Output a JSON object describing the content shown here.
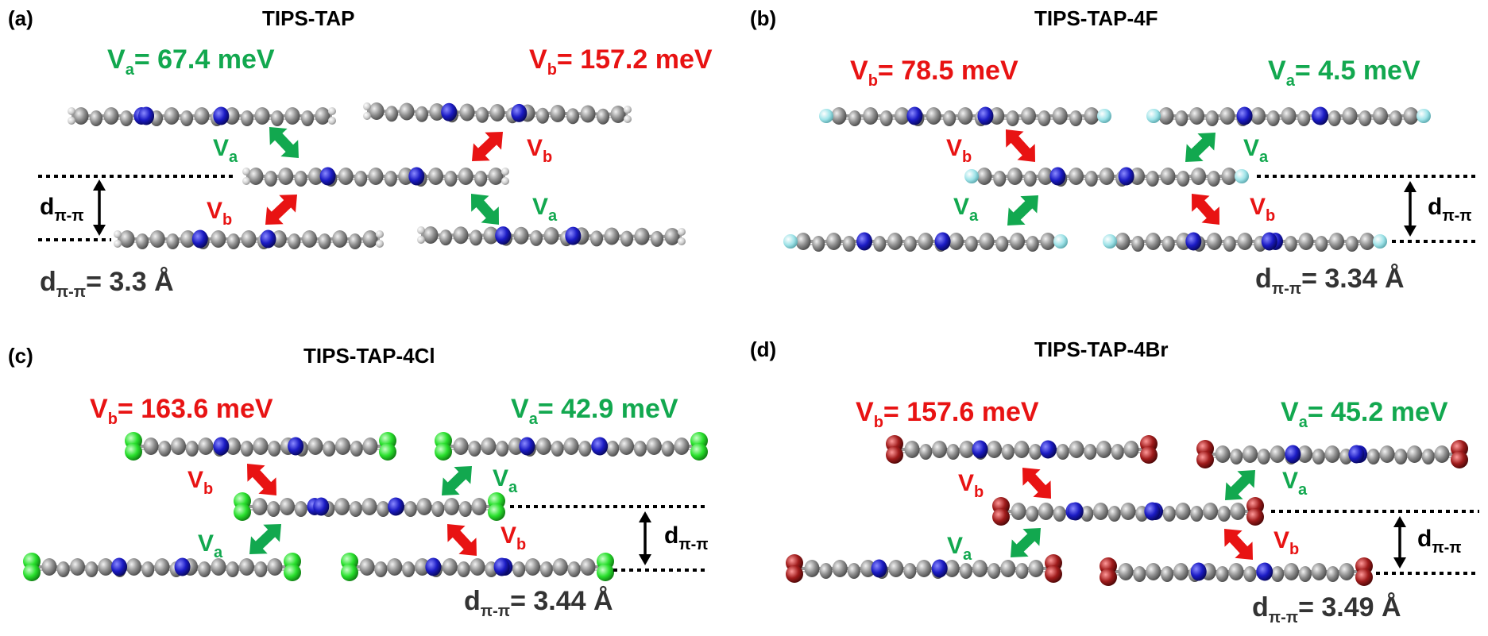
{
  "panels": [
    {
      "id": "a",
      "label": "(a)",
      "title": "TIPS-TAP",
      "va_value": "= 67.4 meV",
      "vb_value": "= 157.2 meV",
      "d_value": "= 3.3 Å",
      "end_atom": "H",
      "colors": {
        "end": "#c8c8c8"
      }
    },
    {
      "id": "b",
      "label": "(b)",
      "title": "TIPS-TAP-4F",
      "va_value": "= 4.5 meV",
      "vb_value": "= 78.5 meV",
      "d_value": "= 3.34 Å",
      "end_atom": "F",
      "colors": {
        "end": "#9ee3e8"
      }
    },
    {
      "id": "c",
      "label": "(c)",
      "title": "TIPS-TAP-4Cl",
      "va_value": "= 42.9 meV",
      "vb_value": "= 163.6 meV",
      "d_value": "= 3.44 Å",
      "end_atom": "Cl",
      "colors": {
        "end": "#29e02d"
      }
    },
    {
      "id": "d",
      "label": "(d)",
      "title": "TIPS-TAP-4Br",
      "va_value": "= 45.2 meV",
      "vb_value": "= 157.6 meV",
      "d_value": "= 3.49 Å",
      "end_atom": "Br",
      "colors": {
        "end": "#a01c1c"
      }
    }
  ],
  "symbols": {
    "V": "V",
    "a": "a",
    "b": "b",
    "d": "d",
    "pipi": "π-π"
  },
  "colors": {
    "va": "#12a84f",
    "vb": "#e81313",
    "carbon": "#8a8a8a",
    "nitrogen": "#1b1bc4",
    "text": "#333333"
  }
}
